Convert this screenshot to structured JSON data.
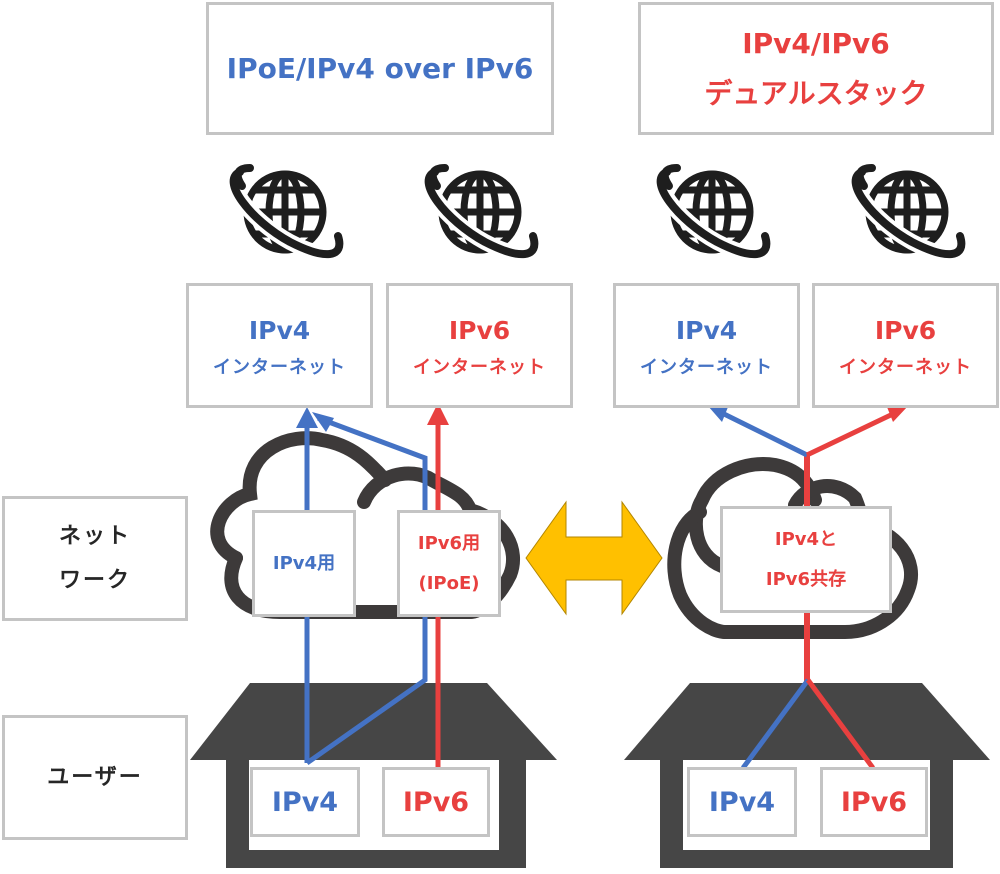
{
  "colors": {
    "ipv4": "#4472c4",
    "ipv6": "#e8403f",
    "dark": "#404040",
    "border": "#c4c4c4",
    "arrow": "#ffc000"
  },
  "row_labels": {
    "network": [
      "ネット",
      "ワーク"
    ],
    "user": "ユーザー"
  },
  "left": {
    "title": "IPoE/IPv4 over IPv6",
    "globes": [
      "globe-icon",
      "globe-icon"
    ],
    "internet": [
      {
        "label": "IPv4",
        "sub": "インターネット"
      },
      {
        "label": "IPv6",
        "sub": "インターネット"
      }
    ],
    "cloud": {
      "ipv4_box": "IPv4用",
      "ipv6_box": [
        "IPv6用",
        "(IPoE)"
      ]
    },
    "house": {
      "ipv4": "IPv4",
      "ipv6": "IPv6"
    }
  },
  "right": {
    "title": [
      "IPv4/IPv6",
      "デュアルスタック"
    ],
    "globes": [
      "globe-icon",
      "globe-icon"
    ],
    "internet": [
      {
        "label": "IPv4",
        "sub": "インターネット"
      },
      {
        "label": "IPv6",
        "sub": "インターネット"
      }
    ],
    "cloud": {
      "box": [
        "IPv4と",
        "IPv6共存"
      ]
    },
    "house": {
      "ipv4": "IPv4",
      "ipv6": "IPv6"
    }
  },
  "comparison_arrow": "double-arrow-icon"
}
